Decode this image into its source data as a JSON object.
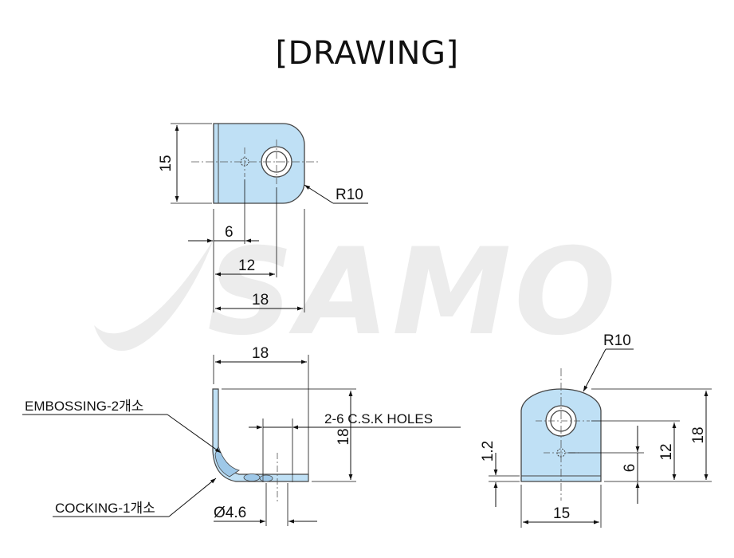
{
  "title": "[DRAWING]",
  "watermark": "SAMO",
  "colors": {
    "part_fill": "#bfe0f5",
    "part_stroke": "#444444",
    "line": "#111111",
    "watermark": "#e6e6e6"
  },
  "top_view": {
    "height": "15",
    "radius": "R10",
    "dim_6": "6",
    "dim_12": "12",
    "dim_18": "18"
  },
  "side_view": {
    "width": "18",
    "height": "18",
    "embossing": "EMBOSSING-2개소",
    "holes": "2-6 C.S.K HOLES",
    "cocking": "COCKING-1개소",
    "hole_dia": "Ø4.6"
  },
  "front_view": {
    "radius": "R10",
    "thickness": "1.2",
    "dim_6": "6",
    "dim_12": "12",
    "dim_18": "18",
    "width": "15"
  }
}
